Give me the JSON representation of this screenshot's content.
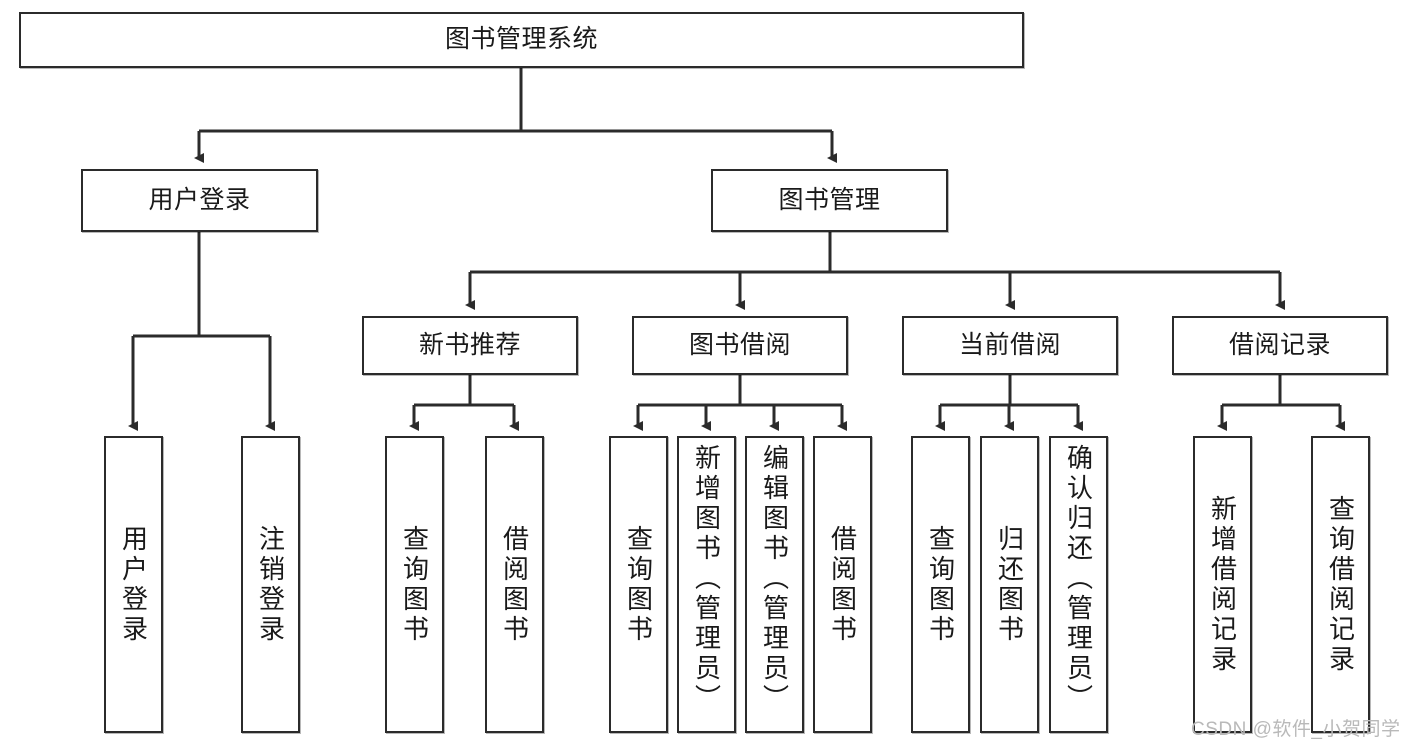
{
  "diagram": {
    "title": "图书管理系统",
    "type": "tree-hierarchy",
    "orientation": "top-down",
    "colors": {
      "stroke": "#2b2b2b",
      "fill": "#ffffff",
      "text": "#1a1a1a",
      "watermark": "#b9b9b9"
    },
    "root": {
      "label": "图书管理系统"
    },
    "level2": [
      {
        "id": "user-login",
        "label": "用户登录"
      },
      {
        "id": "book-manage",
        "label": "图书管理"
      }
    ],
    "level3": [
      {
        "id": "new-book-recommend",
        "label": "新书推荐"
      },
      {
        "id": "book-borrow",
        "label": "图书借阅"
      },
      {
        "id": "current-borrow",
        "label": "当前借阅"
      },
      {
        "id": "borrow-record",
        "label": "借阅记录"
      }
    ],
    "leaves": {
      "user_login": [
        {
          "id": "leaf-user-login",
          "label": "用户登录"
        },
        {
          "id": "leaf-logout-login",
          "label": "注销登录"
        }
      ],
      "new_book_recommend": [
        {
          "id": "leaf-query-book-1",
          "label": "查询图书"
        },
        {
          "id": "leaf-borrow-book-1",
          "label": "借阅图书"
        }
      ],
      "book_borrow": [
        {
          "id": "leaf-query-book-2",
          "label": "查询图书"
        },
        {
          "id": "leaf-add-book",
          "label": "新增图书（管理员）"
        },
        {
          "id": "leaf-edit-book",
          "label": "编辑图书（管理员）"
        },
        {
          "id": "leaf-borrow-book-2",
          "label": "借阅图书"
        }
      ],
      "current_borrow": [
        {
          "id": "leaf-query-book-3",
          "label": "查询图书"
        },
        {
          "id": "leaf-return-book",
          "label": "归还图书"
        },
        {
          "id": "leaf-confirm-return",
          "label": "确认归还（管理员）"
        }
      ],
      "borrow_record": [
        {
          "id": "leaf-add-record",
          "label": "新增借阅记录"
        },
        {
          "id": "leaf-query-record",
          "label": "查询借阅记录"
        }
      ]
    }
  },
  "watermark": {
    "text": "CSDN @软件_小贺同学"
  }
}
